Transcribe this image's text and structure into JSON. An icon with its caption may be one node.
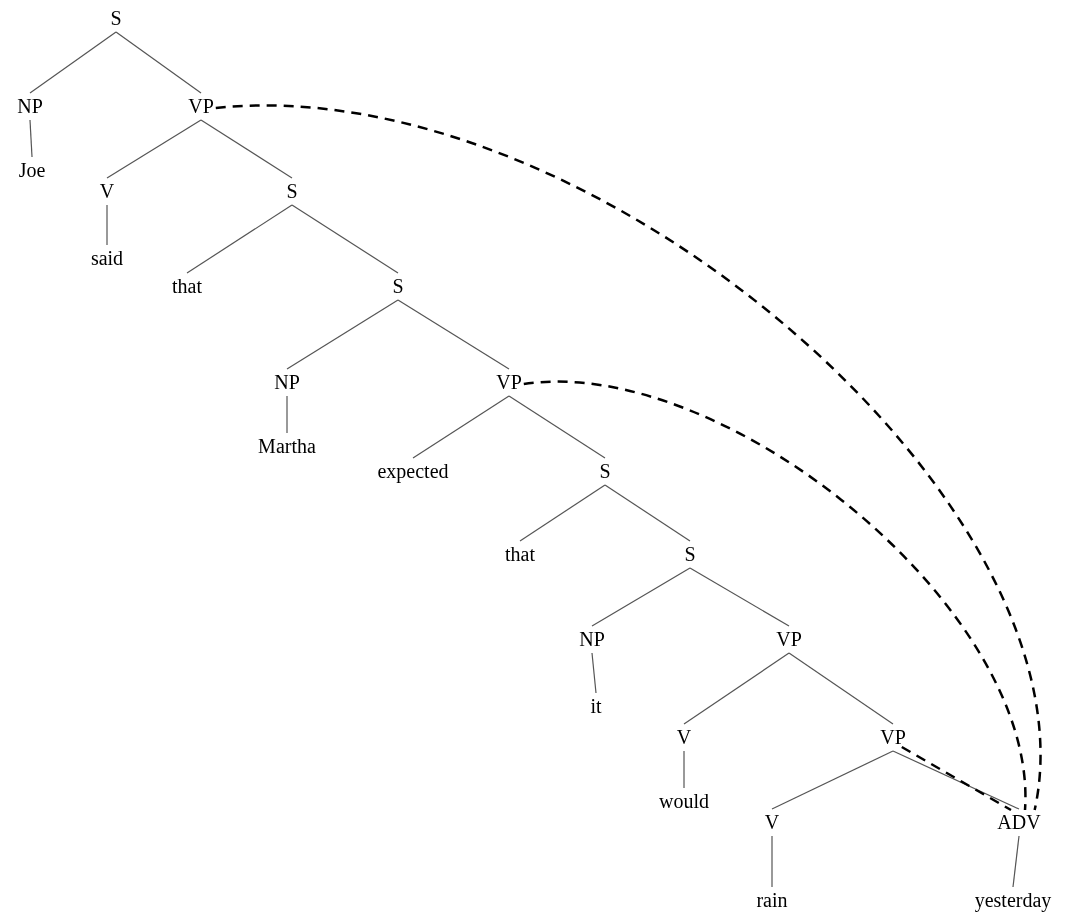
{
  "diagram": {
    "nodes": [
      {
        "text": [
          "S"
        ]
      },
      {
        "text": [
          "NP"
        ]
      },
      {
        "text": [
          "VP"
        ]
      },
      {
        "text": [
          "Joe"
        ]
      },
      {
        "text": [
          "V"
        ]
      },
      {
        "text": [
          "S"
        ]
      },
      {
        "text": [
          "said"
        ]
      },
      {
        "text": [
          "that"
        ]
      },
      {
        "text": [
          "S"
        ]
      },
      {
        "text": [
          "NP"
        ]
      },
      {
        "text": [
          "VP"
        ]
      },
      {
        "text": [
          "Martha"
        ]
      },
      {
        "text": [
          "expected"
        ]
      },
      {
        "text": [
          "S"
        ]
      },
      {
        "text": [
          "that"
        ]
      },
      {
        "text": [
          "S"
        ]
      },
      {
        "text": [
          "NP"
        ]
      },
      {
        "text": [
          "VP"
        ]
      },
      {
        "text": [
          "it"
        ]
      },
      {
        "text": [
          "V"
        ]
      },
      {
        "text": [
          "VP"
        ]
      },
      {
        "text": [
          "would"
        ]
      },
      {
        "text": [
          "V"
        ]
      },
      {
        "text": [
          "ADV"
        ]
      },
      {
        "text": [
          "rain"
        ]
      },
      {
        "text": [
          "yesterday"
        ]
      }
    ],
    "edges": [
      {
        "from": 0,
        "to": 1,
        "arrow": "none"
      },
      {
        "from": 0,
        "to": 2,
        "arrow": "none"
      },
      {
        "from": 1,
        "to": 3,
        "arrow": "none"
      },
      {
        "from": 2,
        "to": 4,
        "arrow": "none"
      },
      {
        "from": 2,
        "to": 5,
        "arrow": "none"
      },
      {
        "from": 4,
        "to": 6,
        "arrow": "none"
      },
      {
        "from": 5,
        "to": 7,
        "arrow": "none"
      },
      {
        "from": 5,
        "to": 8,
        "arrow": "none"
      },
      {
        "from": 8,
        "to": 9,
        "arrow": "none"
      },
      {
        "from": 8,
        "to": 10,
        "arrow": "none"
      },
      {
        "from": 9,
        "to": 11,
        "arrow": "none"
      },
      {
        "from": 10,
        "to": 12,
        "arrow": "none"
      },
      {
        "from": 10,
        "to": 13,
        "arrow": "none"
      },
      {
        "from": 13,
        "to": 14,
        "arrow": "none"
      },
      {
        "from": 13,
        "to": 15,
        "arrow": "none"
      },
      {
        "from": 15,
        "to": 16,
        "arrow": "none"
      },
      {
        "from": 15,
        "to": 17,
        "arrow": "none"
      },
      {
        "from": 16,
        "to": 18,
        "arrow": "none"
      },
      {
        "from": 17,
        "to": 19,
        "arrow": "none"
      },
      {
        "from": 17,
        "to": 20,
        "arrow": "none"
      },
      {
        "from": 19,
        "to": 21,
        "arrow": "none"
      },
      {
        "from": 20,
        "to": 22,
        "arrow": "none"
      },
      {
        "from": 20,
        "to": 23,
        "arrow": "none"
      },
      {
        "from": 22,
        "to": 24,
        "arrow": "none"
      },
      {
        "from": 23,
        "to": 25,
        "arrow": "none"
      },
      {
        "from": 2,
        "to": 23,
        "arrow": "none",
        "style": "dashed",
        "color": "#000000"
      },
      {
        "from": 10,
        "to": 23,
        "arrow": "none",
        "style": "dashed",
        "color": "#000000"
      },
      {
        "from": 20,
        "to": 23,
        "arrow": "none",
        "style": "dashed",
        "color": "#000000"
      }
    ]
  }
}
